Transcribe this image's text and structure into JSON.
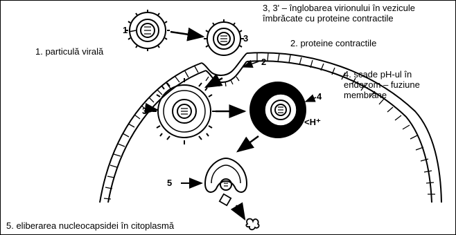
{
  "labels": {
    "engulfment": "3, 3' – înglobarea virionului în vezicule\nîmbrăcate cu proteine contractile",
    "viral_particle": "1. particulă virală",
    "contractile_proteins": "2. proteine contractile",
    "ph_drop": "4. scade pH-ul în\nendozom – fuziune\nmembrane",
    "nucleocapsid_release": "5. eliberarea nucleocapsidei în citoplasmă"
  },
  "markers": {
    "m1": "1",
    "m2": "2",
    "m3": "3",
    "m3prime": "3'",
    "m4": "4",
    "m5": "5",
    "proton": "<H⁺"
  }
}
